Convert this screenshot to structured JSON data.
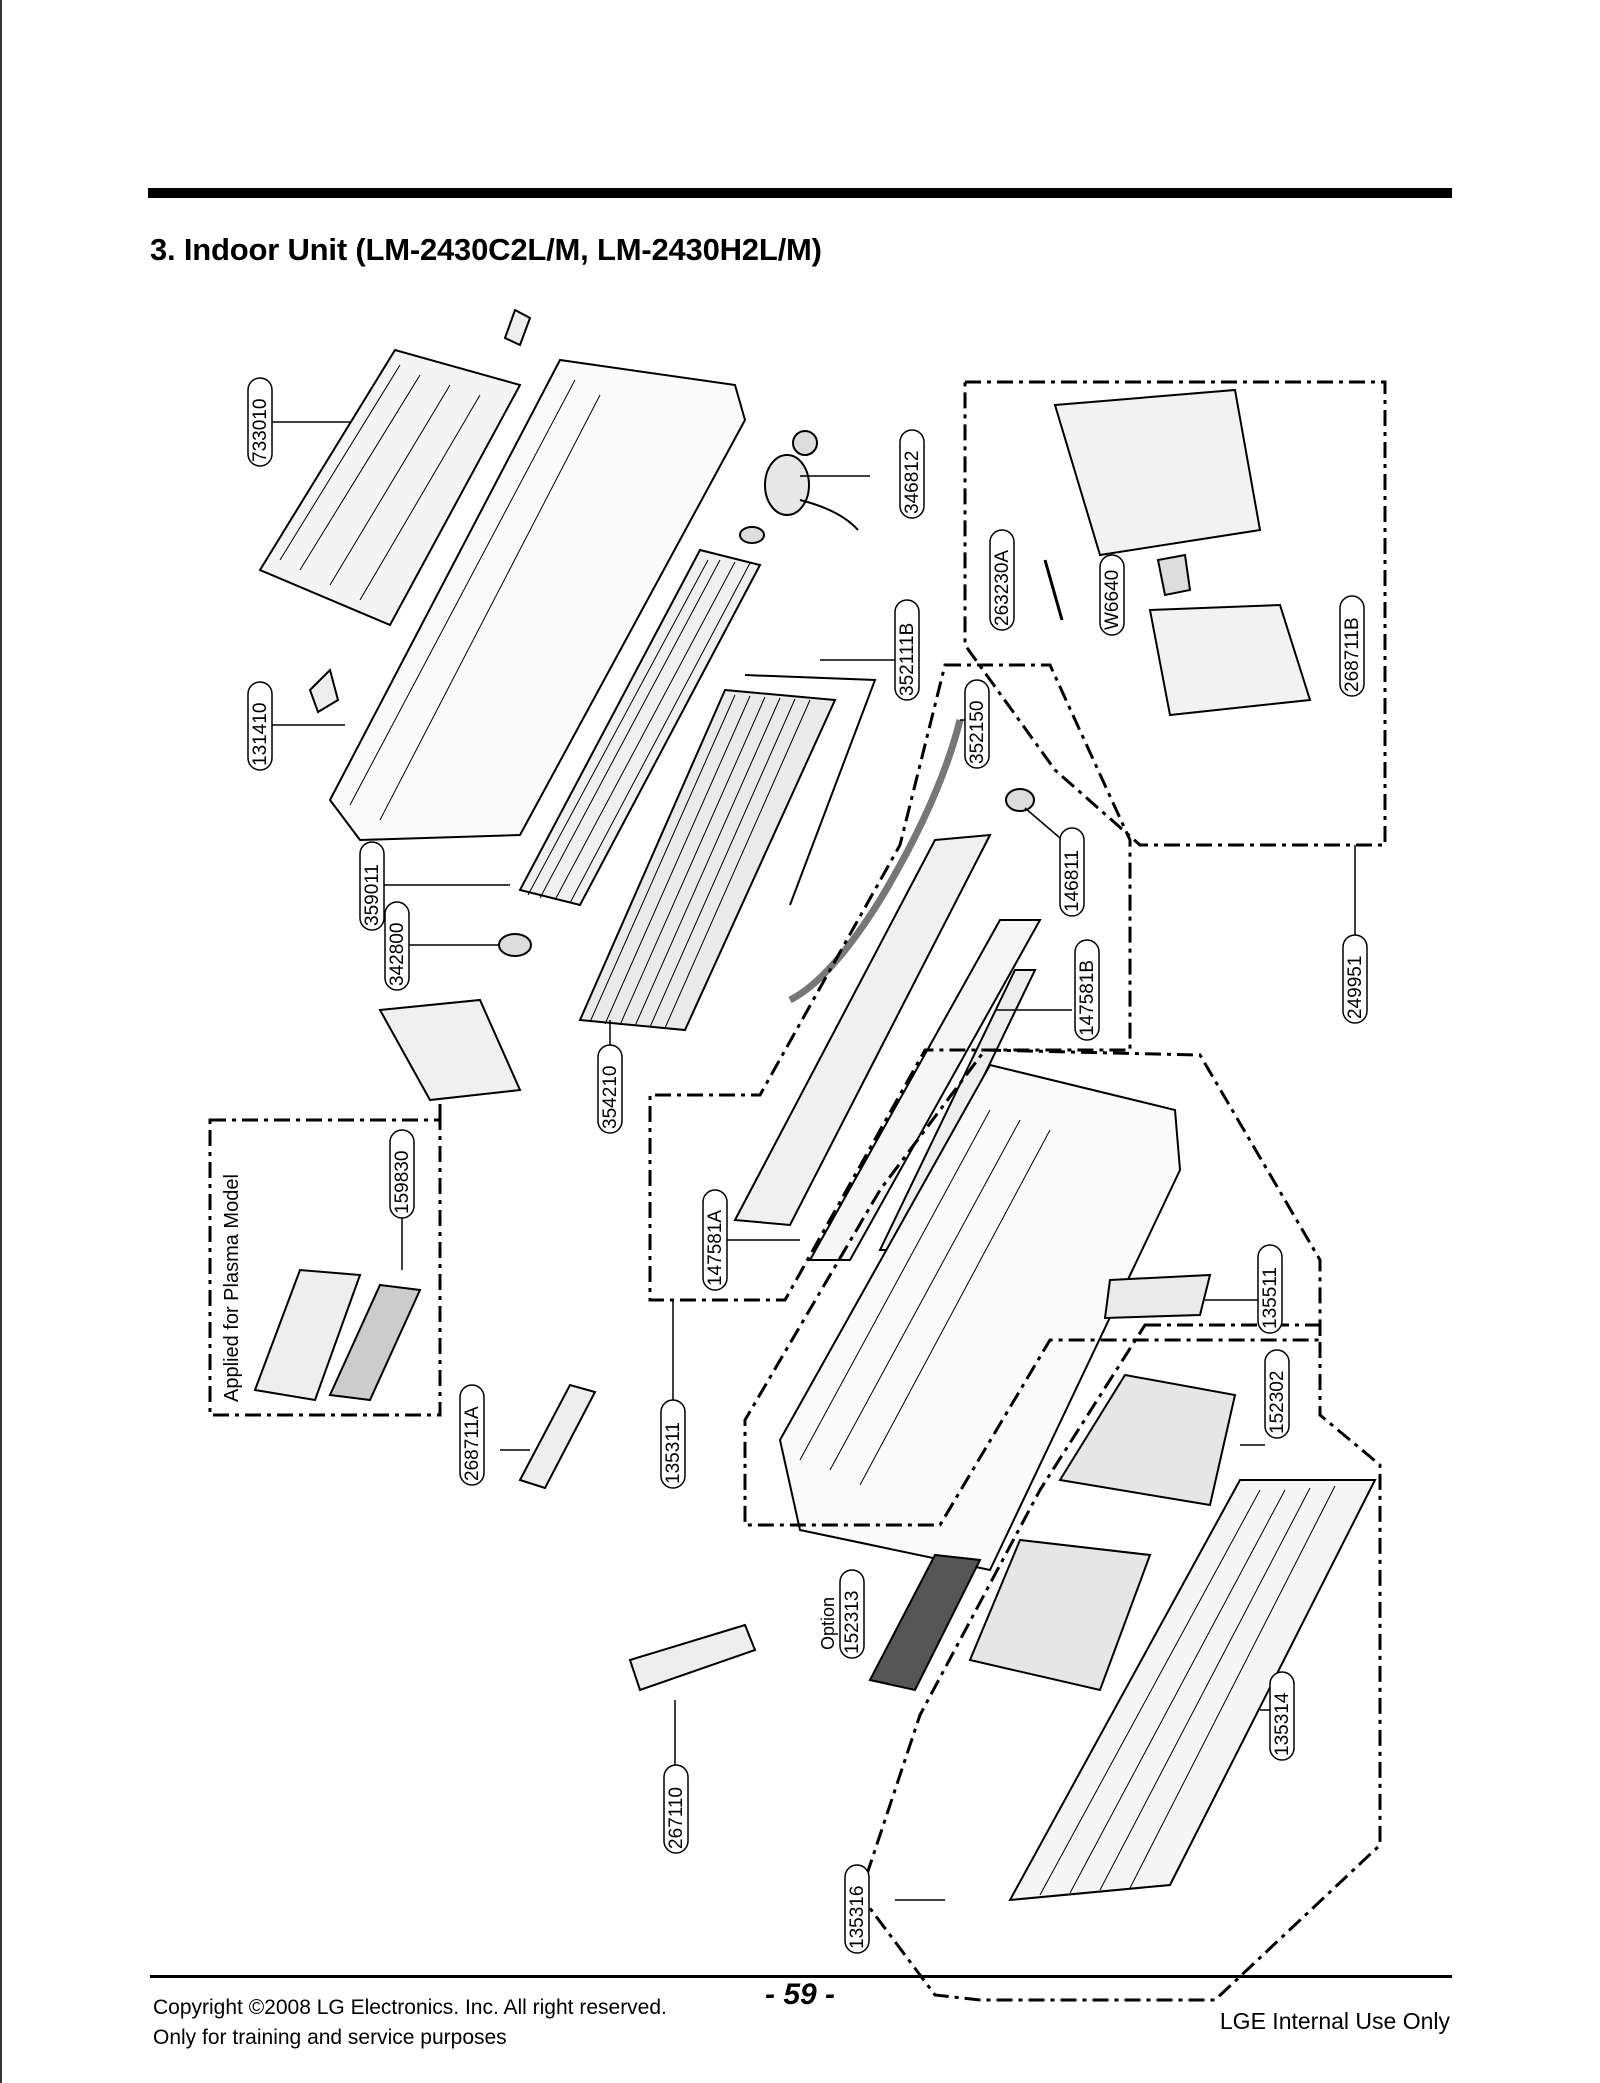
{
  "page": {
    "title": "3. Indoor Unit (LM-2430C2L/M, LM-2430H2L/M)",
    "page_number": "- 59 -",
    "copyright": "Copyright ©2008 LG Electronics. Inc. All right reserved.",
    "purpose": "Only for training and service purposes",
    "internal": "LGE Internal Use Only"
  },
  "diagram": {
    "part_labels": [
      "733010",
      "131410",
      "359011",
      "342800",
      "354210",
      "346812",
      "352111B",
      "352150",
      "146811",
      "147581B",
      "147581A",
      "135311",
      "263230A",
      "W6640",
      "268711B",
      "249951",
      "135511",
      "152302",
      "135314",
      "152313",
      "267110",
      "135316",
      "268711A",
      "159830"
    ],
    "notes": {
      "plasma": "Applied for Plasma Model",
      "option": "Option"
    }
  }
}
